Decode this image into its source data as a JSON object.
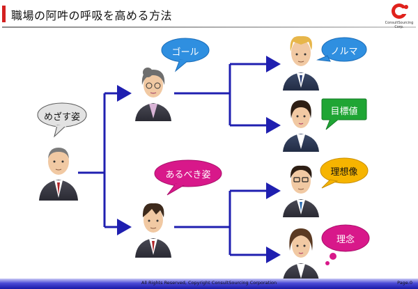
{
  "header": {
    "title": "職場の阿吽の呼吸を高める方法"
  },
  "logo": {
    "text": "ConsultSourcing Corp."
  },
  "nodes": {
    "root": {
      "bubble": "めざす姿"
    },
    "goal": {
      "bubble": "ゴール"
    },
    "ideal": {
      "bubble": "あるべき姿"
    },
    "quota": {
      "bubble": "ノルマ"
    },
    "target": {
      "bubble": "目標値"
    },
    "vision": {
      "bubble": "理想像"
    },
    "philosophy": {
      "bubble": "理念"
    }
  },
  "colors": {
    "connector": "#1f1fb0",
    "blue_bubble": "#2f8fe0",
    "pink_bubble": "#d8188a",
    "green_bubble": "#1fa534",
    "yellow_bubble": "#f6b400",
    "gray_bubble": "#dcdcdc"
  },
  "footer": {
    "copyright": "All Rights Reserved, Copyright   ConsultSourcing Corporation",
    "page": "Page.0"
  }
}
